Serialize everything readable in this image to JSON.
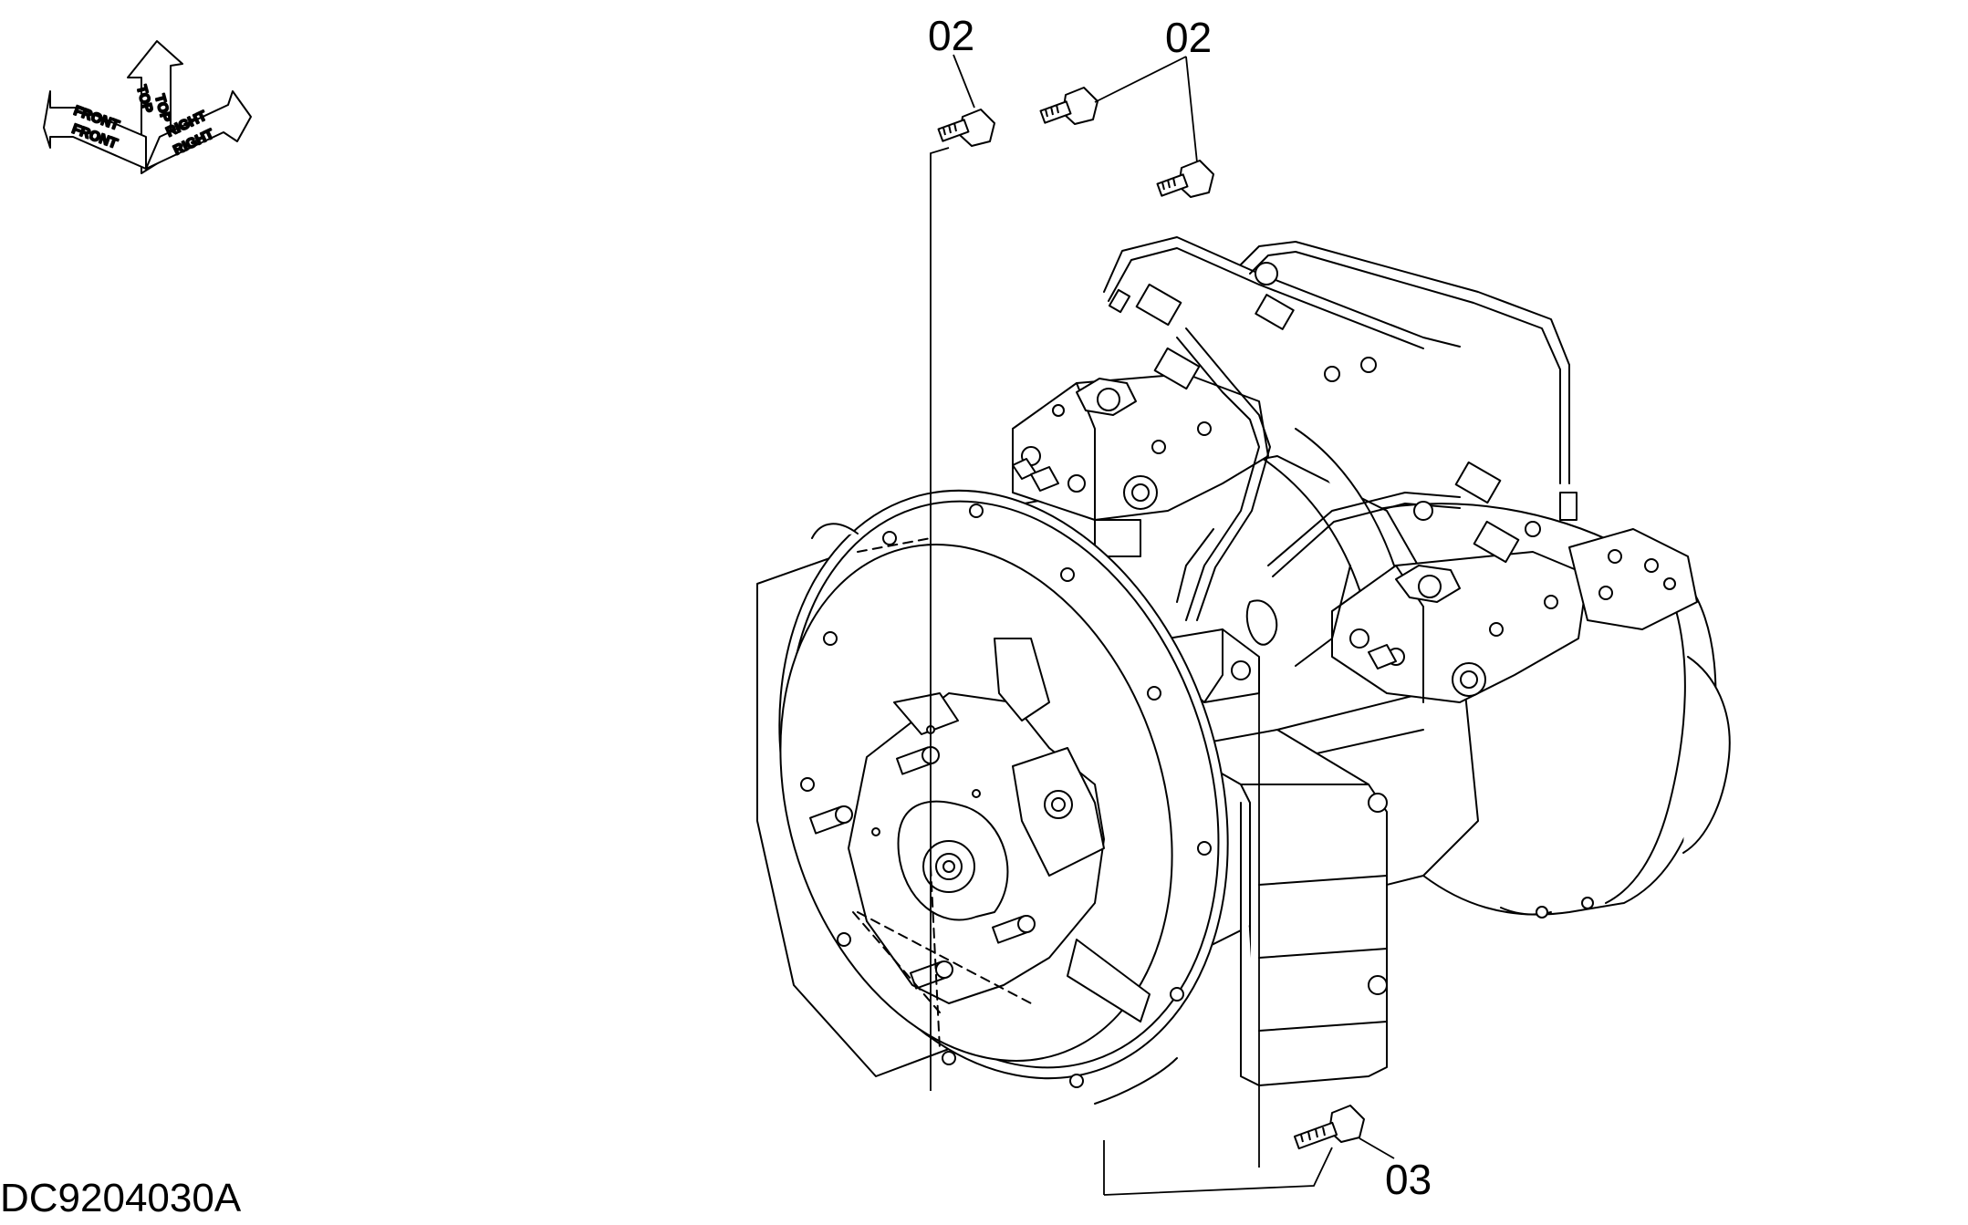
{
  "callouts": {
    "upper_left_bolt": "02",
    "upper_right_bolts": "02",
    "lower_bolt": "03"
  },
  "drawing_code": "DC9204030A",
  "orientation_symbol": {
    "front": "FRONT",
    "front_shadow": "FRONT",
    "top": "TOP",
    "top_shadow": "TOP",
    "right": "RIGHT",
    "right_shadow": "RIGHT"
  },
  "colors": {
    "line": "#000000",
    "background": "#ffffff"
  }
}
